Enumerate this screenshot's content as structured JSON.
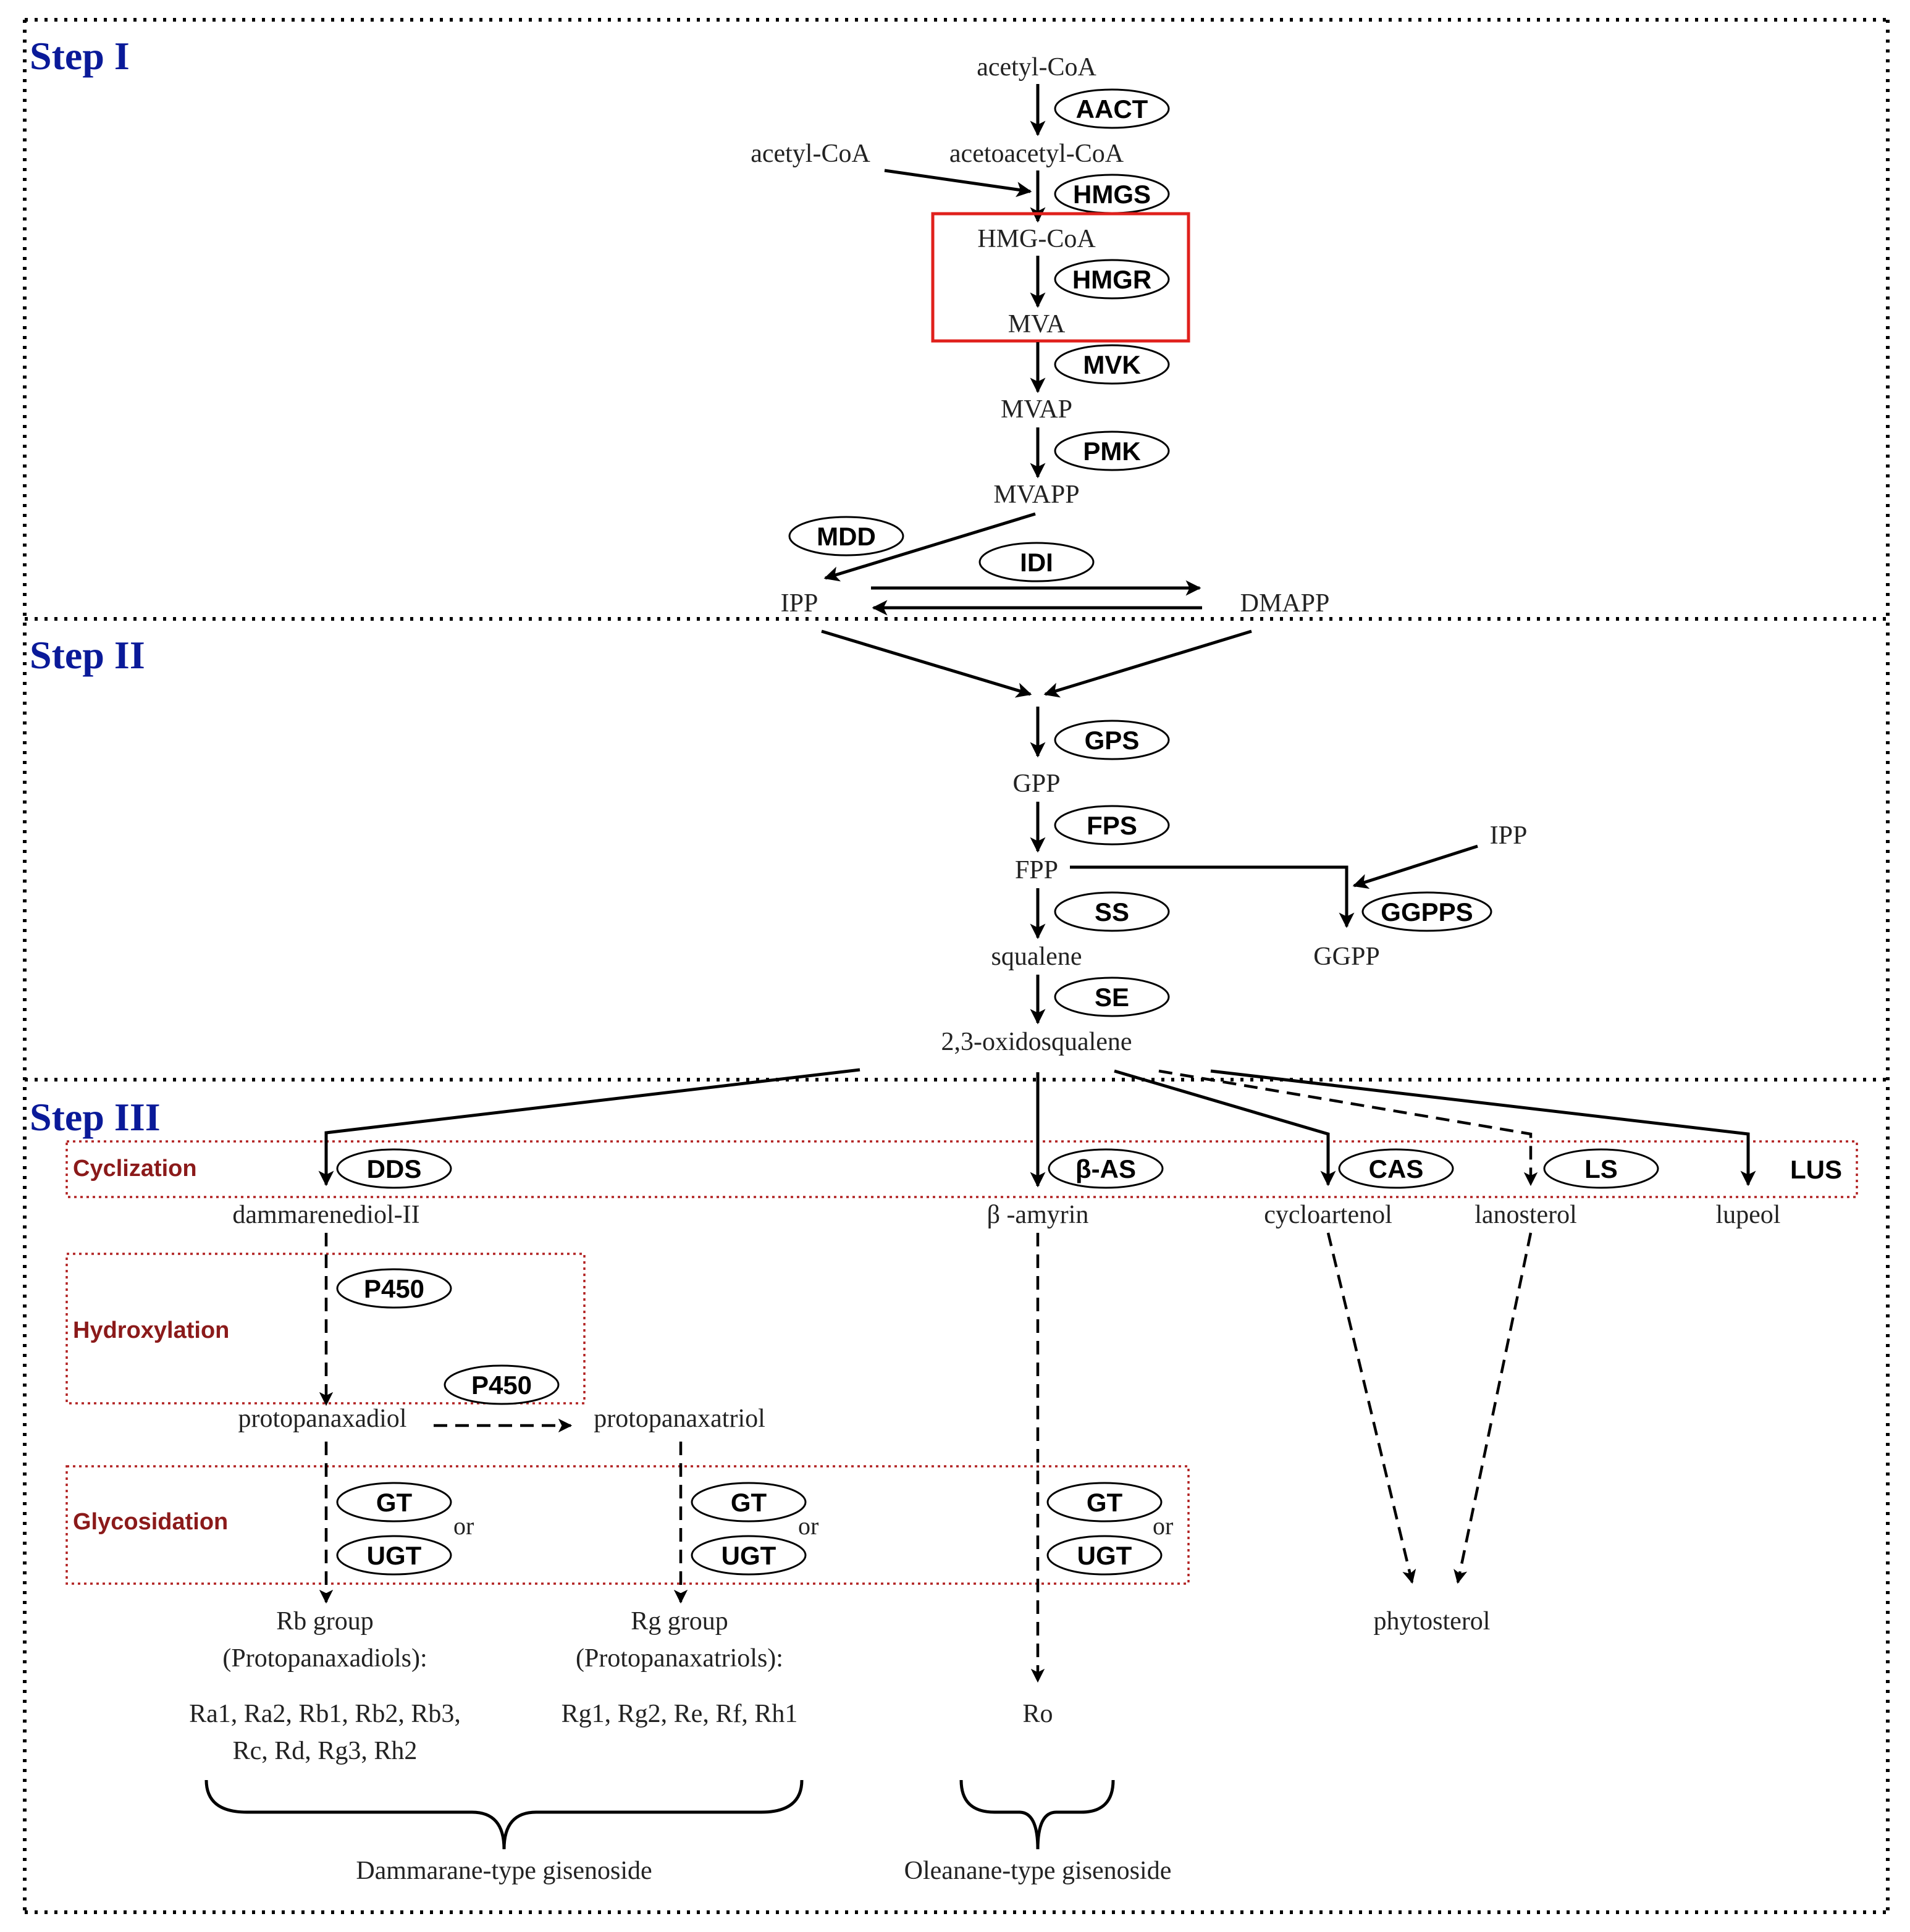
{
  "steps": {
    "s1": "Step I",
    "s2": "Step II",
    "s3": "Step III"
  },
  "stages": {
    "cyclization": "Cyclization",
    "hydroxylation": "Hydroxylation",
    "glycosidation": "Glycosidation"
  },
  "metabolites": {
    "acetyl_coa_top": "acetyl-CoA",
    "acetyl_coa_left": "acetyl-CoA",
    "acetoacetyl_coa": "acetoacetyl-CoA",
    "hmg_coa": "HMG-CoA",
    "mva": "MVA",
    "mvap": "MVAP",
    "mvapp": "MVAPP",
    "ipp": "IPP",
    "dmapp": "DMAPP",
    "gpp": "GPP",
    "fpp": "FPP",
    "ipp_right": "IPP",
    "ggpp": "GGPP",
    "squalene": "squalene",
    "oxidosqualene": "2,3-oxidosqualene",
    "dammarenediol": "dammarenediol-II",
    "b_amyrin": "β -amyrin",
    "cycloartenol": "cycloartenol",
    "lanosterol": "lanosterol",
    "lupeol": "lupeol",
    "protopanaxadiol": "protopanaxadiol",
    "protopanaxatriol": "protopanaxatriol",
    "phytosterol": "phytosterol"
  },
  "enzymes": {
    "aact": "AACT",
    "hmgs": "HMGS",
    "hmgr": "HMGR",
    "mvk": "MVK",
    "pmk": "PMK",
    "mdd": "MDD",
    "idi": "IDI",
    "gps": "GPS",
    "fps": "FPS",
    "ss": "SS",
    "se": "SE",
    "ggpps": "GGPPS",
    "dds": "DDS",
    "bas": "β-AS",
    "cas": "CAS",
    "ls": "LS",
    "lus": "LUS",
    "p450_1": "P450",
    "p450_2": "P450",
    "gt_1": "GT",
    "ugt_1": "UGT",
    "gt_2": "GT",
    "ugt_2": "UGT",
    "gt_3": "GT",
    "ugt_3": "UGT"
  },
  "or_labels": {
    "or1": "or",
    "or2": "or",
    "or3": "or"
  },
  "groups": {
    "rb_title": "Rb group",
    "rb_sub": "(Protopanaxadiols):",
    "rb_members_1": "Ra1, Ra2, Rb1, Rb2, Rb3,",
    "rb_members_2": "Rc, Rd, Rg3, Rh2",
    "rg_title": "Rg group",
    "rg_sub": "(Protopanaxatriols):",
    "rg_members": "Rg1, Rg2, Re, Rf, Rh1",
    "ro": "Ro",
    "dammarane": "Dammarane-type gisenoside",
    "oleanane": "Oleanane-type gisenoside"
  }
}
